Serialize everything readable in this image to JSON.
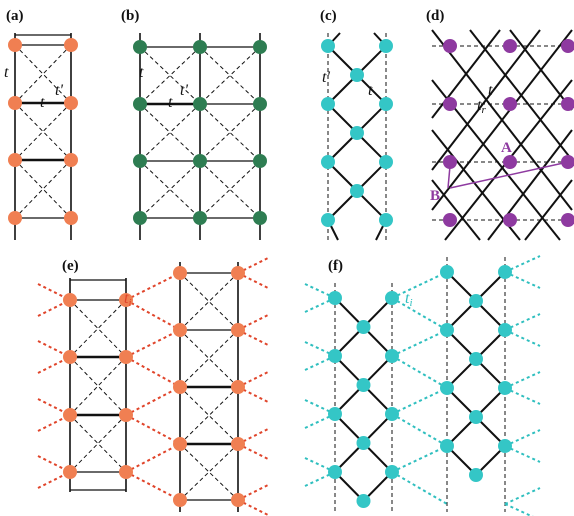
{
  "panels": {
    "a": {
      "label": "(a)",
      "t": "t",
      "t2": "t",
      "tp": "t'"
    },
    "b": {
      "label": "(b)",
      "t": "t",
      "t2": "t",
      "tp": "t'"
    },
    "c": {
      "label": "(c)",
      "tp": "t'",
      "t": "t"
    },
    "d": {
      "label": "(d)",
      "t": "t",
      "tr": "t",
      "tr_sub": "r",
      "A": "A",
      "B": "B"
    },
    "e": {
      "label": "(e)",
      "ti": "t",
      "ti_sub": "i"
    },
    "f": {
      "label": "(f)",
      "ti": "t",
      "ti_sub": "i"
    }
  },
  "colors": {
    "orange": "#f07f52",
    "green": "#2e7d52",
    "cyan": "#34c6c6",
    "purple": "#8e3aa0",
    "red_dotted": "#e0442a",
    "cyan_dotted": "#2fbfbf",
    "ink": "#111111"
  }
}
